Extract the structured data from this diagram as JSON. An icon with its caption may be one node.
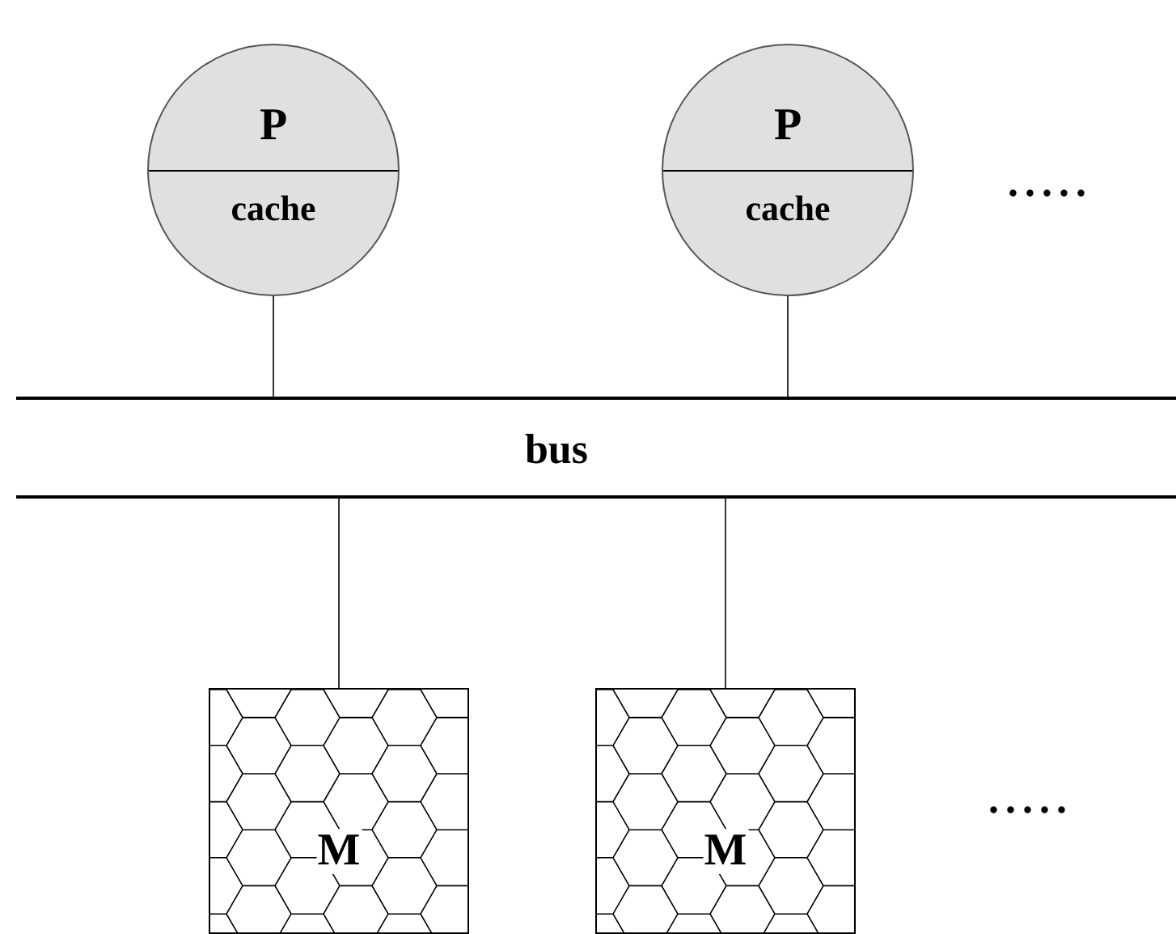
{
  "diagram": {
    "nodes": [
      {
        "text": [
          "P",
          "cache"
        ]
      },
      {
        "text": [
          "P",
          "cache"
        ]
      },
      {
        "text": [
          "bus"
        ]
      },
      {
        "text": [
          "M"
        ]
      },
      {
        "text": [
          "M"
        ]
      }
    ],
    "edges": [
      {
        "from": 0,
        "to": 2,
        "arrow": "none"
      },
      {
        "from": 1,
        "to": 2,
        "arrow": "none"
      },
      {
        "from": 2,
        "to": 3,
        "arrow": "none"
      },
      {
        "from": 2,
        "to": 4,
        "arrow": "none"
      }
    ],
    "labels": [
      ".....",
      "....."
    ]
  }
}
